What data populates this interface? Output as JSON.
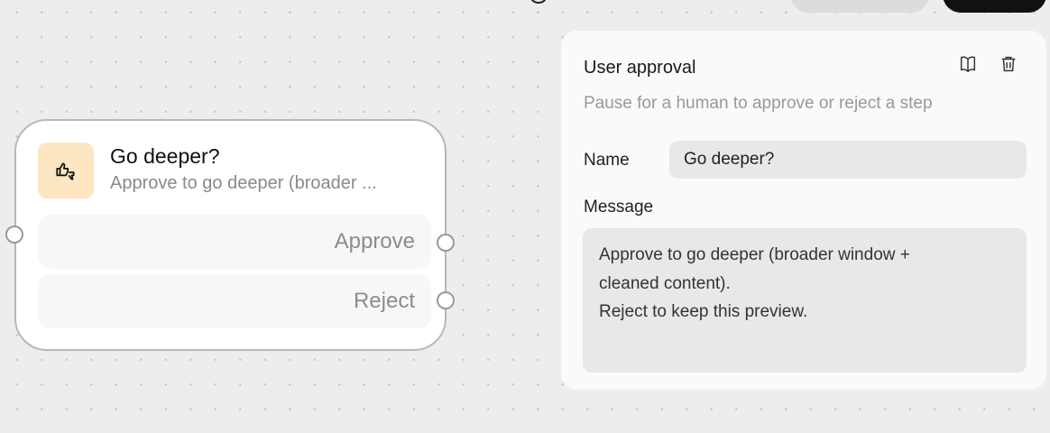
{
  "node": {
    "title": "Go deeper?",
    "subtitle": "Approve to go deeper (broader ...",
    "icon": "thumbs-up-down-icon",
    "branches": [
      {
        "label": "Approve"
      },
      {
        "label": "Reject"
      }
    ]
  },
  "panel": {
    "title": "User approval",
    "subtitle": "Pause for a human to approve or reject a step",
    "name_label": "Name",
    "name_value": "Go deeper?",
    "message_label": "Message",
    "message_value": "Approve to go deeper (broader window +\ncleaned content).\nReject to keep this preview."
  },
  "colors": {
    "node_icon_bg": "#fde6c2",
    "primary_button": "#111111"
  }
}
